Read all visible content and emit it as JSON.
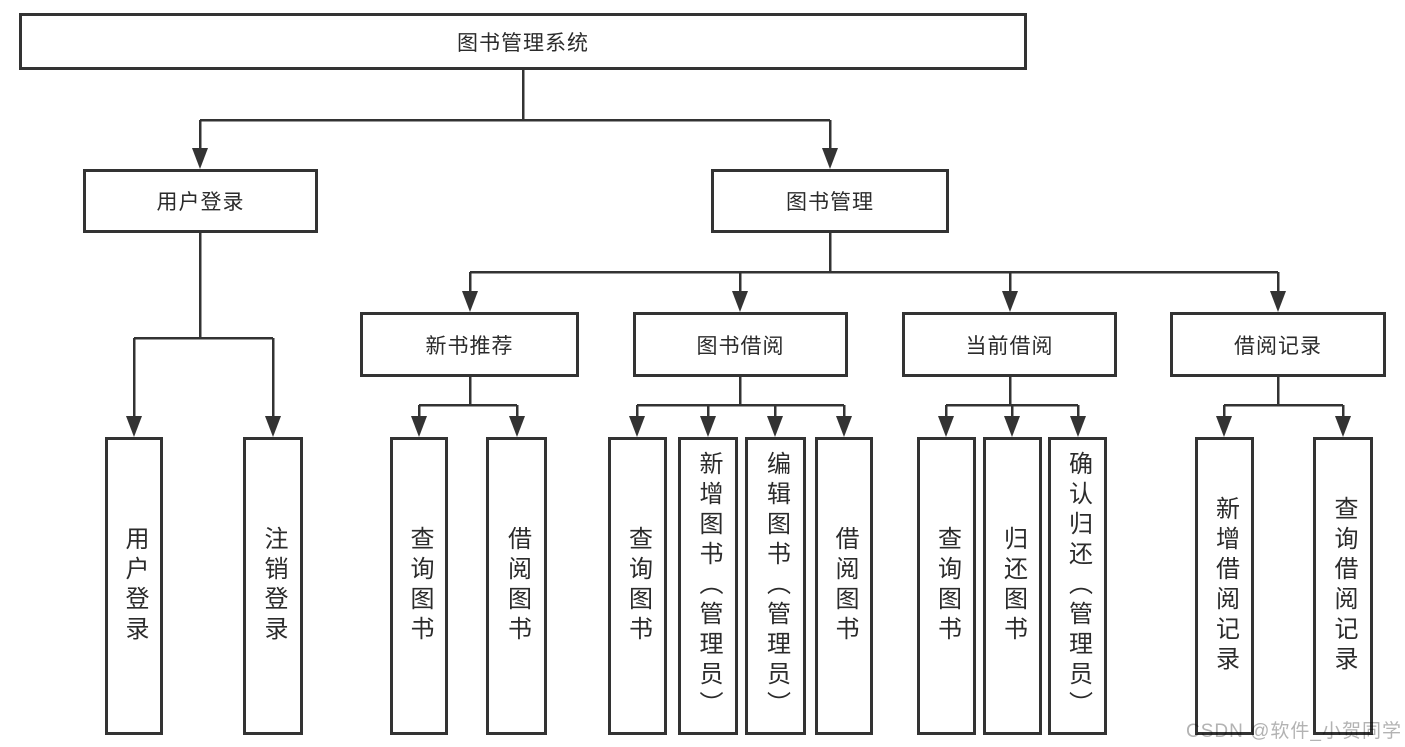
{
  "tree": {
    "root": {
      "label": "图书管理系统",
      "children": [
        {
          "label": "用户登录",
          "children": [
            {
              "label": "用户登录"
            },
            {
              "label": "注销登录"
            }
          ]
        },
        {
          "label": "图书管理",
          "children": [
            {
              "label": "新书推荐",
              "children": [
                {
                  "label": "查询图书"
                },
                {
                  "label": "借阅图书"
                }
              ]
            },
            {
              "label": "图书借阅",
              "children": [
                {
                  "label": "查询图书"
                },
                {
                  "label": "新增图书（管理员）"
                },
                {
                  "label": "编辑图书（管理员）"
                },
                {
                  "label": "借阅图书"
                }
              ]
            },
            {
              "label": "当前借阅",
              "children": [
                {
                  "label": "查询图书"
                },
                {
                  "label": "归还图书"
                },
                {
                  "label": "确认归还（管理员）"
                }
              ]
            },
            {
              "label": "借阅记录",
              "children": [
                {
                  "label": "新增借阅记录"
                },
                {
                  "label": "查询借阅记录"
                }
              ]
            }
          ]
        }
      ]
    }
  },
  "watermark": {
    "text": "CSDN @软件_小贺同学"
  },
  "colors": {
    "line": "#333333",
    "box_border": "#333333",
    "text": "#2b2b2b",
    "background": "#ffffff",
    "watermark": "#b3b3b3"
  }
}
